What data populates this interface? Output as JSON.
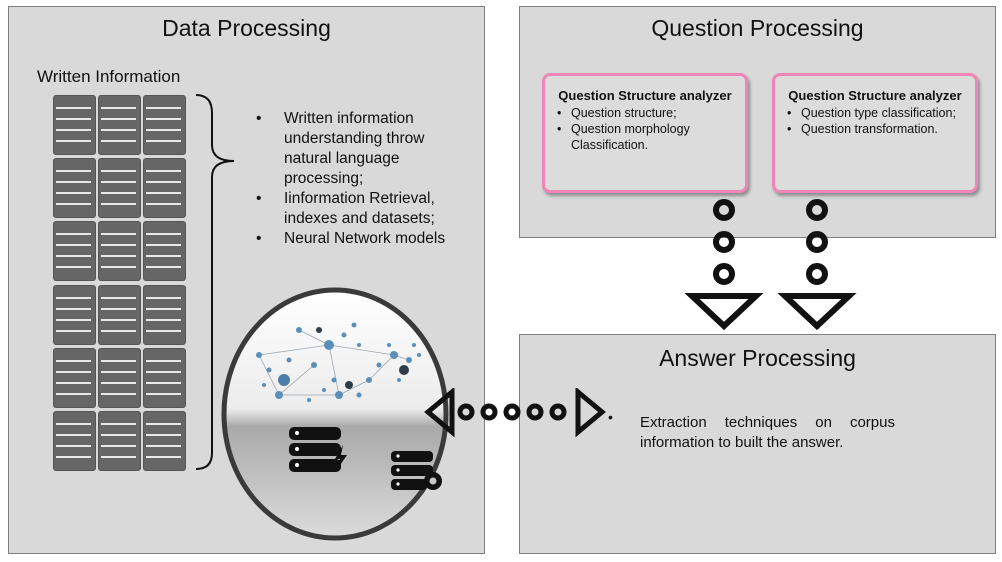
{
  "data_processing": {
    "title": "Data Processing",
    "subtitle": "Written Information",
    "bullets": [
      "Written information understanding throw natural language processing;",
      "Iinformation Retrieval, indexes and datasets;",
      "Neural Network models"
    ],
    "icons": [
      "document-icon",
      "network-graph-icon",
      "server-lightning-icon",
      "server-gear-icon"
    ]
  },
  "question_processing": {
    "title": "Question Processing",
    "boxes": [
      {
        "title": "Question Structure analyzer",
        "items": [
          "Question structure;",
          "Question morphology"
        ],
        "continuation": "Classification."
      },
      {
        "title": "Question Structure analyzer",
        "items": [
          "Question type classification;",
          "Question transformation."
        ],
        "continuation": ""
      }
    ]
  },
  "answer_processing": {
    "title": "Answer Processing",
    "text": "Extraction techniques on corpus information to built the answer."
  },
  "colors": {
    "panel": "#d9d9d9",
    "box_border": "#ef86b6",
    "icon": "#666666"
  }
}
